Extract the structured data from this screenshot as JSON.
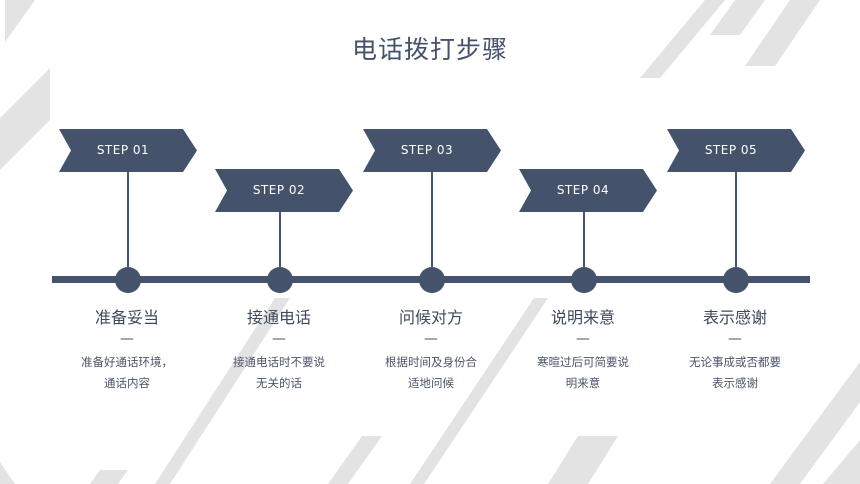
{
  "title": "电话拨打步骤",
  "colors": {
    "primary": "#44536b",
    "decor": "#e3e3e3"
  },
  "steps": [
    {
      "label": "STEP  01",
      "heading": "准备妥当",
      "dash": "—",
      "desc_lines": [
        "准备好通话环境，",
        "通话内容"
      ]
    },
    {
      "label": "STEP  02",
      "heading": "接通电话",
      "dash": "—",
      "desc_lines": [
        "接通电话时不要说",
        "无关的话"
      ]
    },
    {
      "label": "STEP  03",
      "heading": "问候对方",
      "dash": "—",
      "desc_lines": [
        "根据时间及身份合",
        "适地问候"
      ]
    },
    {
      "label": "STEP  04",
      "heading": "说明来意",
      "dash": "—",
      "desc_lines": [
        "寒暄过后可简要说",
        "明来意"
      ]
    },
    {
      "label": "STEP  05",
      "heading": "表示感谢",
      "dash": "—",
      "desc_lines": [
        "无论事成或否都要",
        "表示感谢"
      ]
    }
  ]
}
